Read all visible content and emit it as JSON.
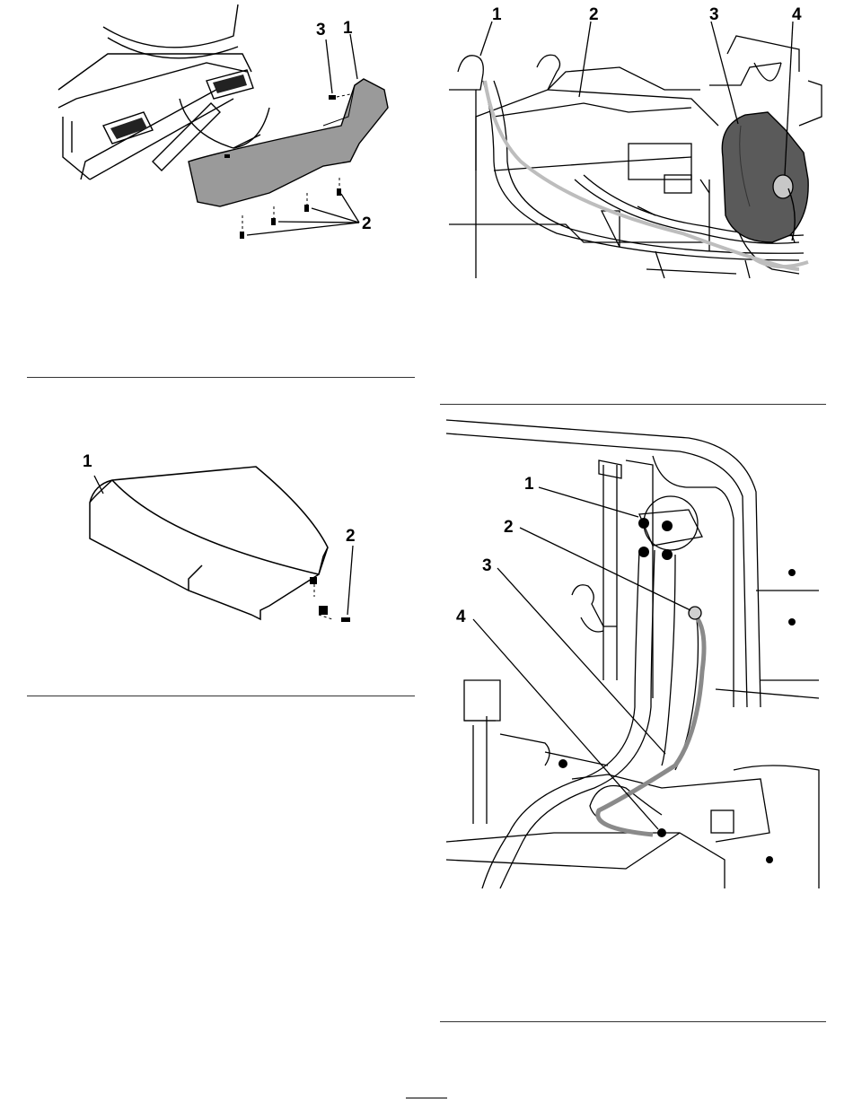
{
  "figures": {
    "front_shield": {
      "callouts": [
        "3",
        "1",
        "2"
      ]
    },
    "alternator": {
      "callouts": [
        "1",
        "2",
        "3",
        "4"
      ]
    },
    "top_cover": {
      "callouts": [
        "1",
        "2"
      ]
    },
    "solenoid": {
      "callouts": [
        "1",
        "2",
        "3",
        "4"
      ]
    }
  },
  "colors": {
    "line": "#000000",
    "shade": "#9a9a9a",
    "dark": "#5a5a5a",
    "rule": "#333333"
  }
}
